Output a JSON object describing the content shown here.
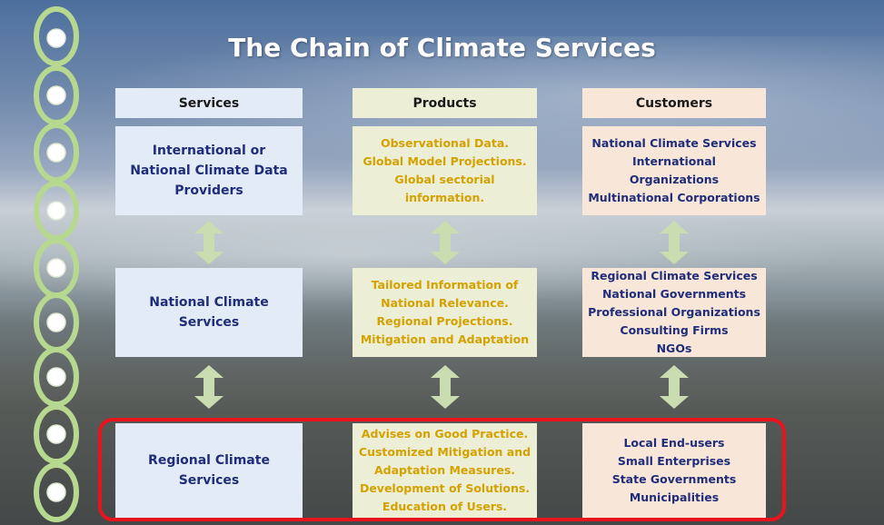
{
  "title": "The Chain of Climate Services",
  "headers": {
    "services": "Services",
    "products": "Products",
    "customers": "Customers"
  },
  "rows": [
    {
      "service": [
        "International or",
        "National Climate Data",
        "Providers"
      ],
      "product": [
        "Observational Data.",
        "Global Model Projections.",
        "Global sectorial",
        "information."
      ],
      "customer": [
        "National Climate Services",
        "International",
        "Organizations",
        "Multinational Corporations"
      ]
    },
    {
      "service": [
        "National Climate",
        "Services"
      ],
      "product": [
        "Tailored Information of",
        "National Relevance.",
        "Regional Projections.",
        "Mitigation and  Adaptation"
      ],
      "customer": [
        "Regional Climate Services",
        "National Governments",
        "Professional Organizations",
        "Consulting Firms",
        "NGOs"
      ]
    },
    {
      "service": [
        "Regional Climate",
        "Services"
      ],
      "product": [
        "Advises on Good Practice.",
        "Customized Mitigation and",
        "Adaptation Measures.",
        "Development of Solutions.",
        "Education of Users."
      ],
      "customer": [
        "Local End-users",
        "Small Enterprises",
        "State Governments",
        "Municipalities"
      ]
    }
  ],
  "colors": {
    "services_bg": "#e3ecf6",
    "services_text": "#1f2d7a",
    "products_bg": "#ecefd6",
    "products_text": "#d4a100",
    "customers_bg": "#f8e6d8",
    "customers_text": "#1f2d7a",
    "arrow": "#c9ddb0",
    "highlight": "#e8141b",
    "chain": "#b7d98f"
  },
  "icons": {
    "chain": "chain-links-icon",
    "arrow": "double-arrow-vertical-icon"
  }
}
